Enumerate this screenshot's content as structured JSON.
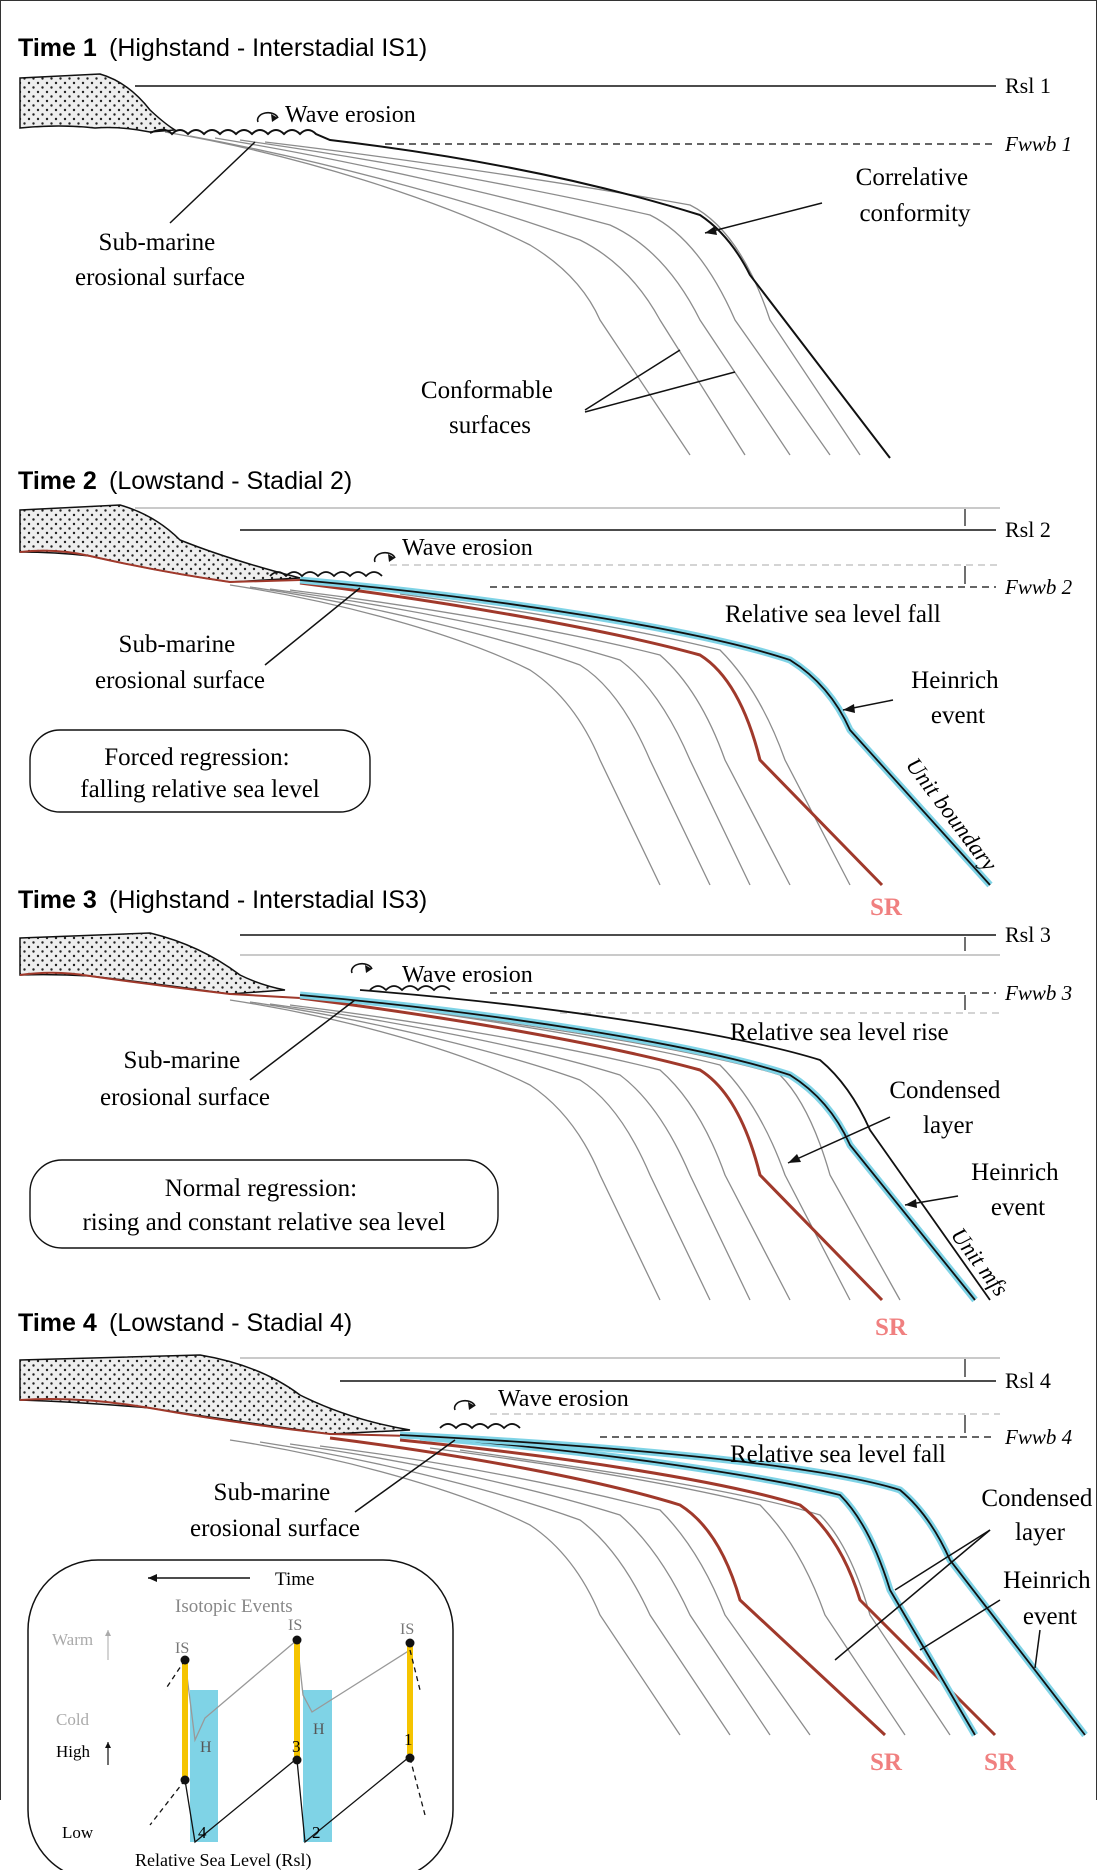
{
  "colors": {
    "strata": "#8c8c8c",
    "surface": "#111111",
    "sr_red": "#a0392b",
    "heinrich_blue": "#7fd3e6",
    "yellow_bar": "#f5c400",
    "sr_label": "#f08080",
    "faint": "#aaaaaa"
  },
  "panels": [
    {
      "time_label": "Time 1",
      "subtitle": "(Highstand - Interstadial IS1)",
      "rsl": "Rsl 1",
      "fwwb": "Fwwb 1",
      "wave": "Wave erosion",
      "erosion": [
        "Sub-marine",
        "erosional surface"
      ],
      "correlative": [
        "Correlative",
        "conformity"
      ],
      "conformable": [
        "Conformable",
        "surfaces"
      ]
    },
    {
      "time_label": "Time 2",
      "subtitle": "(Lowstand - Stadial 2)",
      "rsl": "Rsl 2",
      "fwwb": "Fwwb 2",
      "wave": "Wave erosion",
      "erosion": [
        "Sub-marine",
        "erosional surface"
      ],
      "sea_level": "Relative sea level fall",
      "heinrich": [
        "Heinrich",
        "event"
      ],
      "unit": "Unit boundary",
      "sr": "SR",
      "box": [
        "Forced regression:",
        "falling relative sea level"
      ]
    },
    {
      "time_label": "Time 3",
      "subtitle": "(Highstand - Interstadial IS3)",
      "rsl": "Rsl 3",
      "fwwb": "Fwwb 3",
      "wave": "Wave erosion",
      "erosion": [
        "Sub-marine",
        "erosional surface"
      ],
      "sea_level": "Relative sea level rise",
      "condensed": [
        "Condensed",
        "layer"
      ],
      "heinrich": [
        "Heinrich",
        "event"
      ],
      "unit": "Unit mfs",
      "sr": "SR",
      "box": [
        "Normal regression:",
        "rising and constant relative sea level"
      ]
    },
    {
      "time_label": "Time 4",
      "subtitle": "(Lowstand - Stadial 4)",
      "rsl": "Rsl 4",
      "fwwb": "Fwwb 4",
      "wave": "Wave erosion",
      "erosion": [
        "Sub-marine",
        "erosional surface"
      ],
      "sea_level": "Relative sea level fall",
      "condensed": [
        "Condensed",
        "layer"
      ],
      "heinrich": [
        "Heinrich",
        "event"
      ],
      "sr": "SR",
      "sr2": "SR"
    }
  ],
  "inset": {
    "time": "Time",
    "isotopic": "Isotopic Events",
    "warm": "Warm",
    "cold": "Cold",
    "high": "High",
    "low": "Low",
    "xlabel": "Relative Sea Level (Rsl)",
    "is_label": "IS",
    "h_label": "H",
    "numbers": [
      "4",
      "3",
      "2",
      "1"
    ]
  }
}
